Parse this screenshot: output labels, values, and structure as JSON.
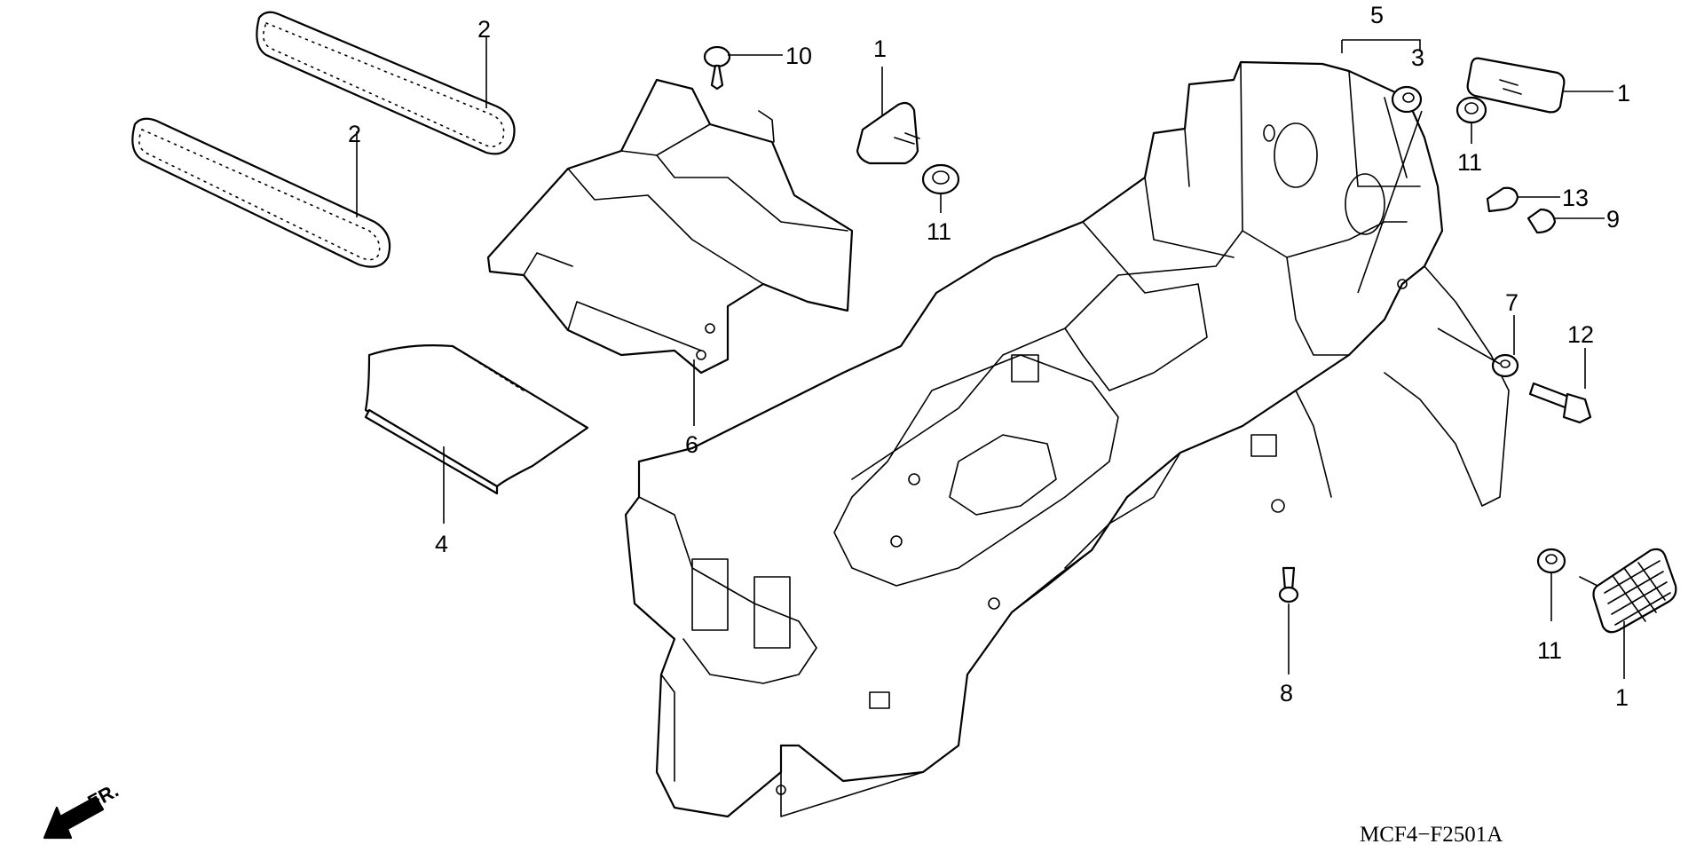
{
  "diagram": {
    "callouts": [
      {
        "id": "c1a",
        "text": "1"
      },
      {
        "id": "c1b",
        "text": "1"
      },
      {
        "id": "c1c",
        "text": "1"
      },
      {
        "id": "c2a",
        "text": "2"
      },
      {
        "id": "c2b",
        "text": "2"
      },
      {
        "id": "c3",
        "text": "3"
      },
      {
        "id": "c4",
        "text": "4"
      },
      {
        "id": "c5",
        "text": "5"
      },
      {
        "id": "c6",
        "text": "6"
      },
      {
        "id": "c7",
        "text": "7"
      },
      {
        "id": "c8",
        "text": "8"
      },
      {
        "id": "c9",
        "text": "9"
      },
      {
        "id": "c10",
        "text": "10"
      },
      {
        "id": "c11a",
        "text": "11"
      },
      {
        "id": "c11b",
        "text": "11"
      },
      {
        "id": "c11c",
        "text": "11"
      },
      {
        "id": "c12",
        "text": "12"
      },
      {
        "id": "c13",
        "text": "13"
      }
    ],
    "direction_label": "FR.",
    "drawing_code": "MCF4−F2501A",
    "icons": [
      "front-direction-arrow-icon"
    ],
    "colors": {
      "line": "#000000",
      "background": "#ffffff"
    }
  }
}
